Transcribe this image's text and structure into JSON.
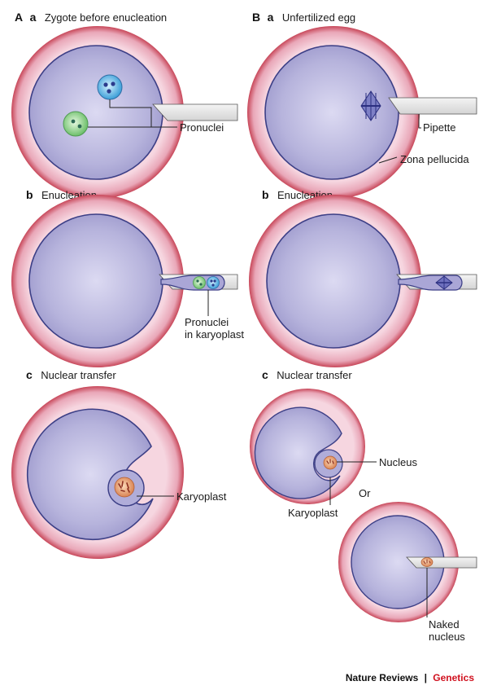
{
  "panels": {
    "A": {
      "letter": "A",
      "a": {
        "sub": "a",
        "title": "Zygote before enucleation",
        "pronuclei_label": "Pronuclei"
      },
      "b": {
        "sub": "b",
        "title": "Enucleation",
        "karyoplast_label_1": "Pronuclei",
        "karyoplast_label_2": "in karyoplast"
      },
      "c": {
        "sub": "c",
        "title": "Nuclear transfer",
        "karyoplast_label": "Karyoplast"
      }
    },
    "B": {
      "letter": "B",
      "a": {
        "sub": "a",
        "title": "Unfertilized egg",
        "pipette_label": "Pipette",
        "zona_label": "Zona pellucida"
      },
      "b": {
        "sub": "b",
        "title": "Enucleation"
      },
      "c": {
        "sub": "c",
        "title": "Nuclear transfer",
        "nucleus_label": "Nucleus",
        "karyoplast_label": "Karyoplast",
        "or_label": "Or",
        "naked_label_1": "Naked",
        "naked_label_2": "nucleus"
      }
    }
  },
  "footer": {
    "journal": "Nature Reviews",
    "separator": "|",
    "section": "Genetics"
  },
  "colors": {
    "zona_outer": "#c8485a",
    "zona_inner": "#f0c8d6",
    "cytoplasm": "#b3b0da",
    "membrane": "#3c3f86",
    "pronucleus_blue": "#58b4e6",
    "pronucleus_green": "#8cd08a",
    "nucleus_orange": "#e89a6a",
    "footer_accent": "#d0101e"
  }
}
